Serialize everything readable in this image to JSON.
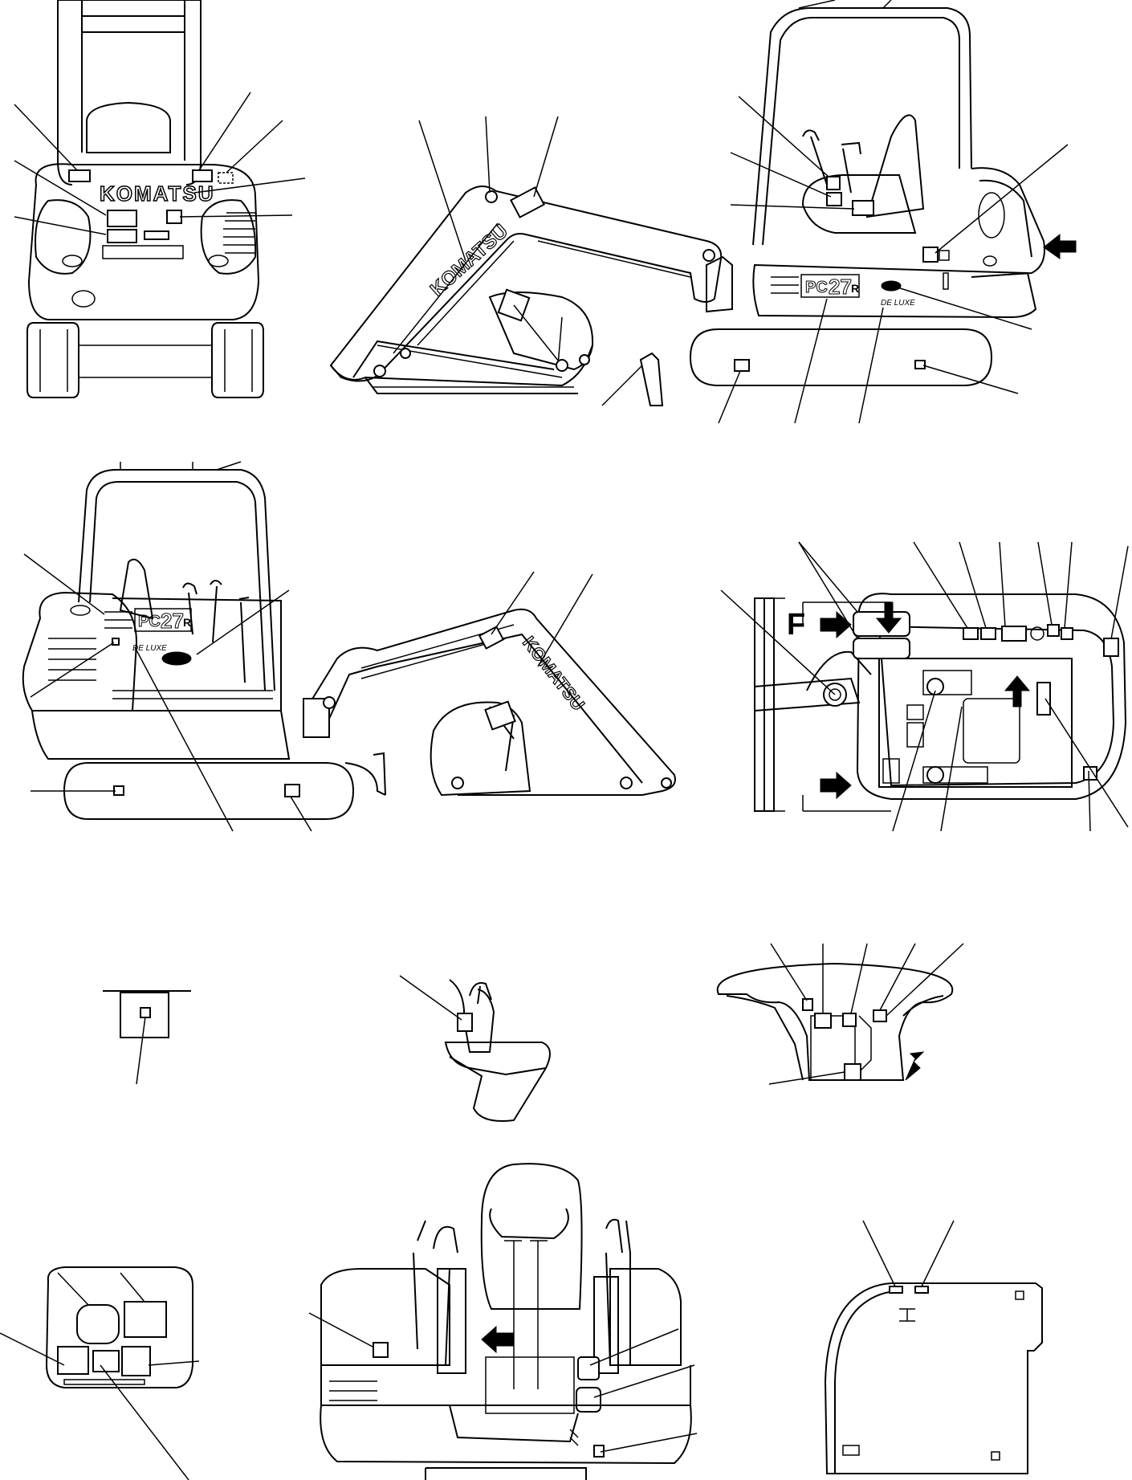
{
  "labels": {
    "brand": "KOMATSU",
    "model_prefix": "PC",
    "model_number": "27",
    "model_suffix": "R",
    "trim": "DE LUXE",
    "front_marker": "F"
  },
  "views": [
    "rear-view",
    "right-side-view",
    "cab-right-view",
    "left-side-view",
    "top-view",
    "pedal-detail",
    "lever-detail",
    "console-detail",
    "panel-detail",
    "operator-front-view",
    "side-cover-detail"
  ],
  "colors": {
    "line": "#000000",
    "background": "#ffffff"
  },
  "icons": [
    "arrow-icon",
    "decal-marker-icon"
  ]
}
